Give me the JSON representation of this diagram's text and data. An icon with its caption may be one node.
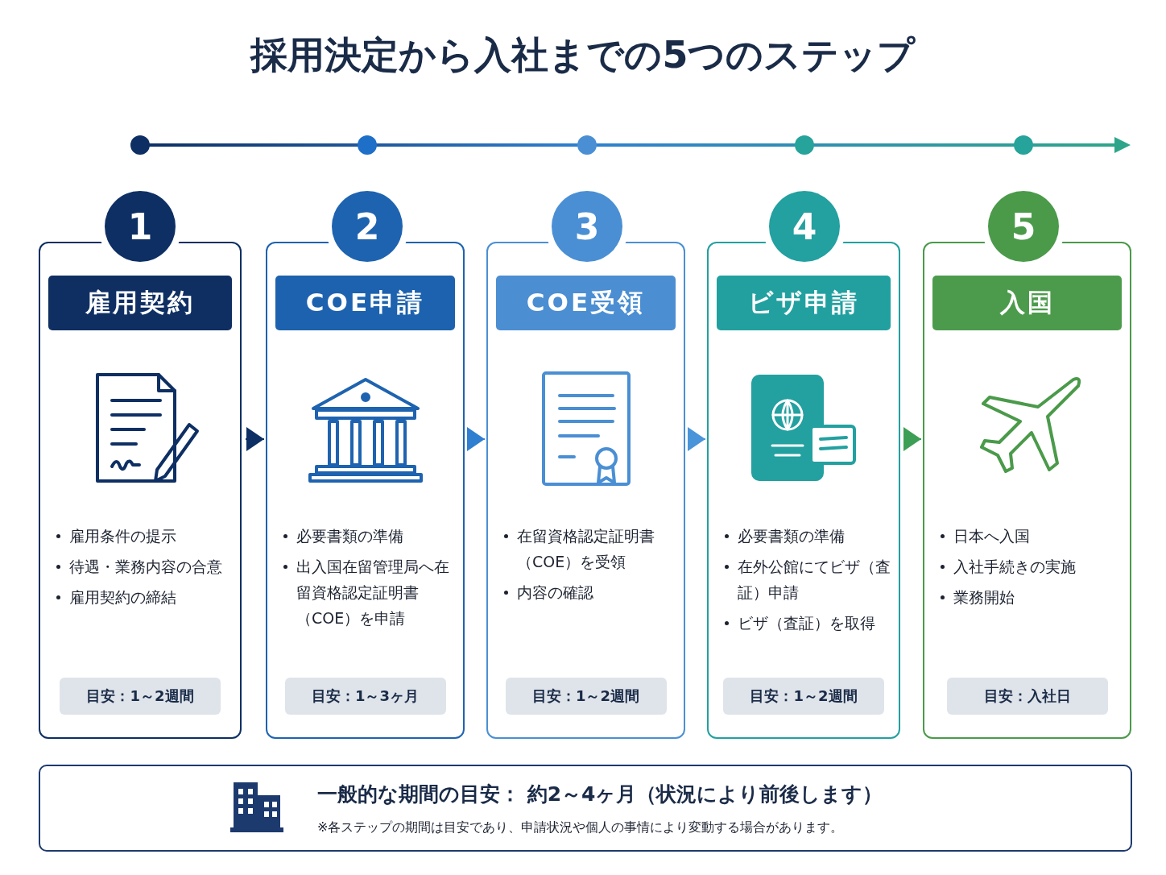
{
  "diagram": {
    "title": "採用決定から入社までの5つのステップ",
    "nodes": [
      {
        "text": [
          "1",
          "雇用契約",
          "雇用条件の提示",
          "待遇・業務内容の合意",
          "雇用契約の締結",
          "目安：1～2週間"
        ]
      },
      {
        "text": [
          "2",
          "COE申請",
          "必要書類の準備",
          "出入国在留管理局へ在留資格認定証明書（COE）を申請",
          "目安：1～3ヶ月"
        ]
      },
      {
        "text": [
          "3",
          "COE受領",
          "在留資格認定証明書（COE）を受領",
          "内容の確認",
          "目安：1～2週間"
        ]
      },
      {
        "text": [
          "4",
          "ビザ申請",
          "必要書類の準備",
          "在外公館にてビザ（査証）申請",
          "ビザ（査証）を取得",
          "目安：1～2週間"
        ]
      },
      {
        "text": [
          "5",
          "入国",
          "日本へ入国",
          "入社手続きの実施",
          "業務開始",
          "目安：入社日"
        ]
      },
      {
        "text": [
          "一般的な期間の目安： 約2～4ヶ月（状況により前後します）",
          "※各ステップの期間は目安であり、申請状況や個人の事情により変動する場合があります。"
        ]
      }
    ],
    "edges": [
      {
        "from": 0,
        "to": 1,
        "arrow": "to",
        "color": "#0d2f63"
      },
      {
        "from": 1,
        "to": 2,
        "arrow": "to",
        "color": "#2f7fd0"
      },
      {
        "from": 2,
        "to": 3,
        "arrow": "to",
        "color": "#4a94da"
      },
      {
        "from": 3,
        "to": 4,
        "arrow": "to",
        "color": "#3d9f55"
      }
    ]
  }
}
